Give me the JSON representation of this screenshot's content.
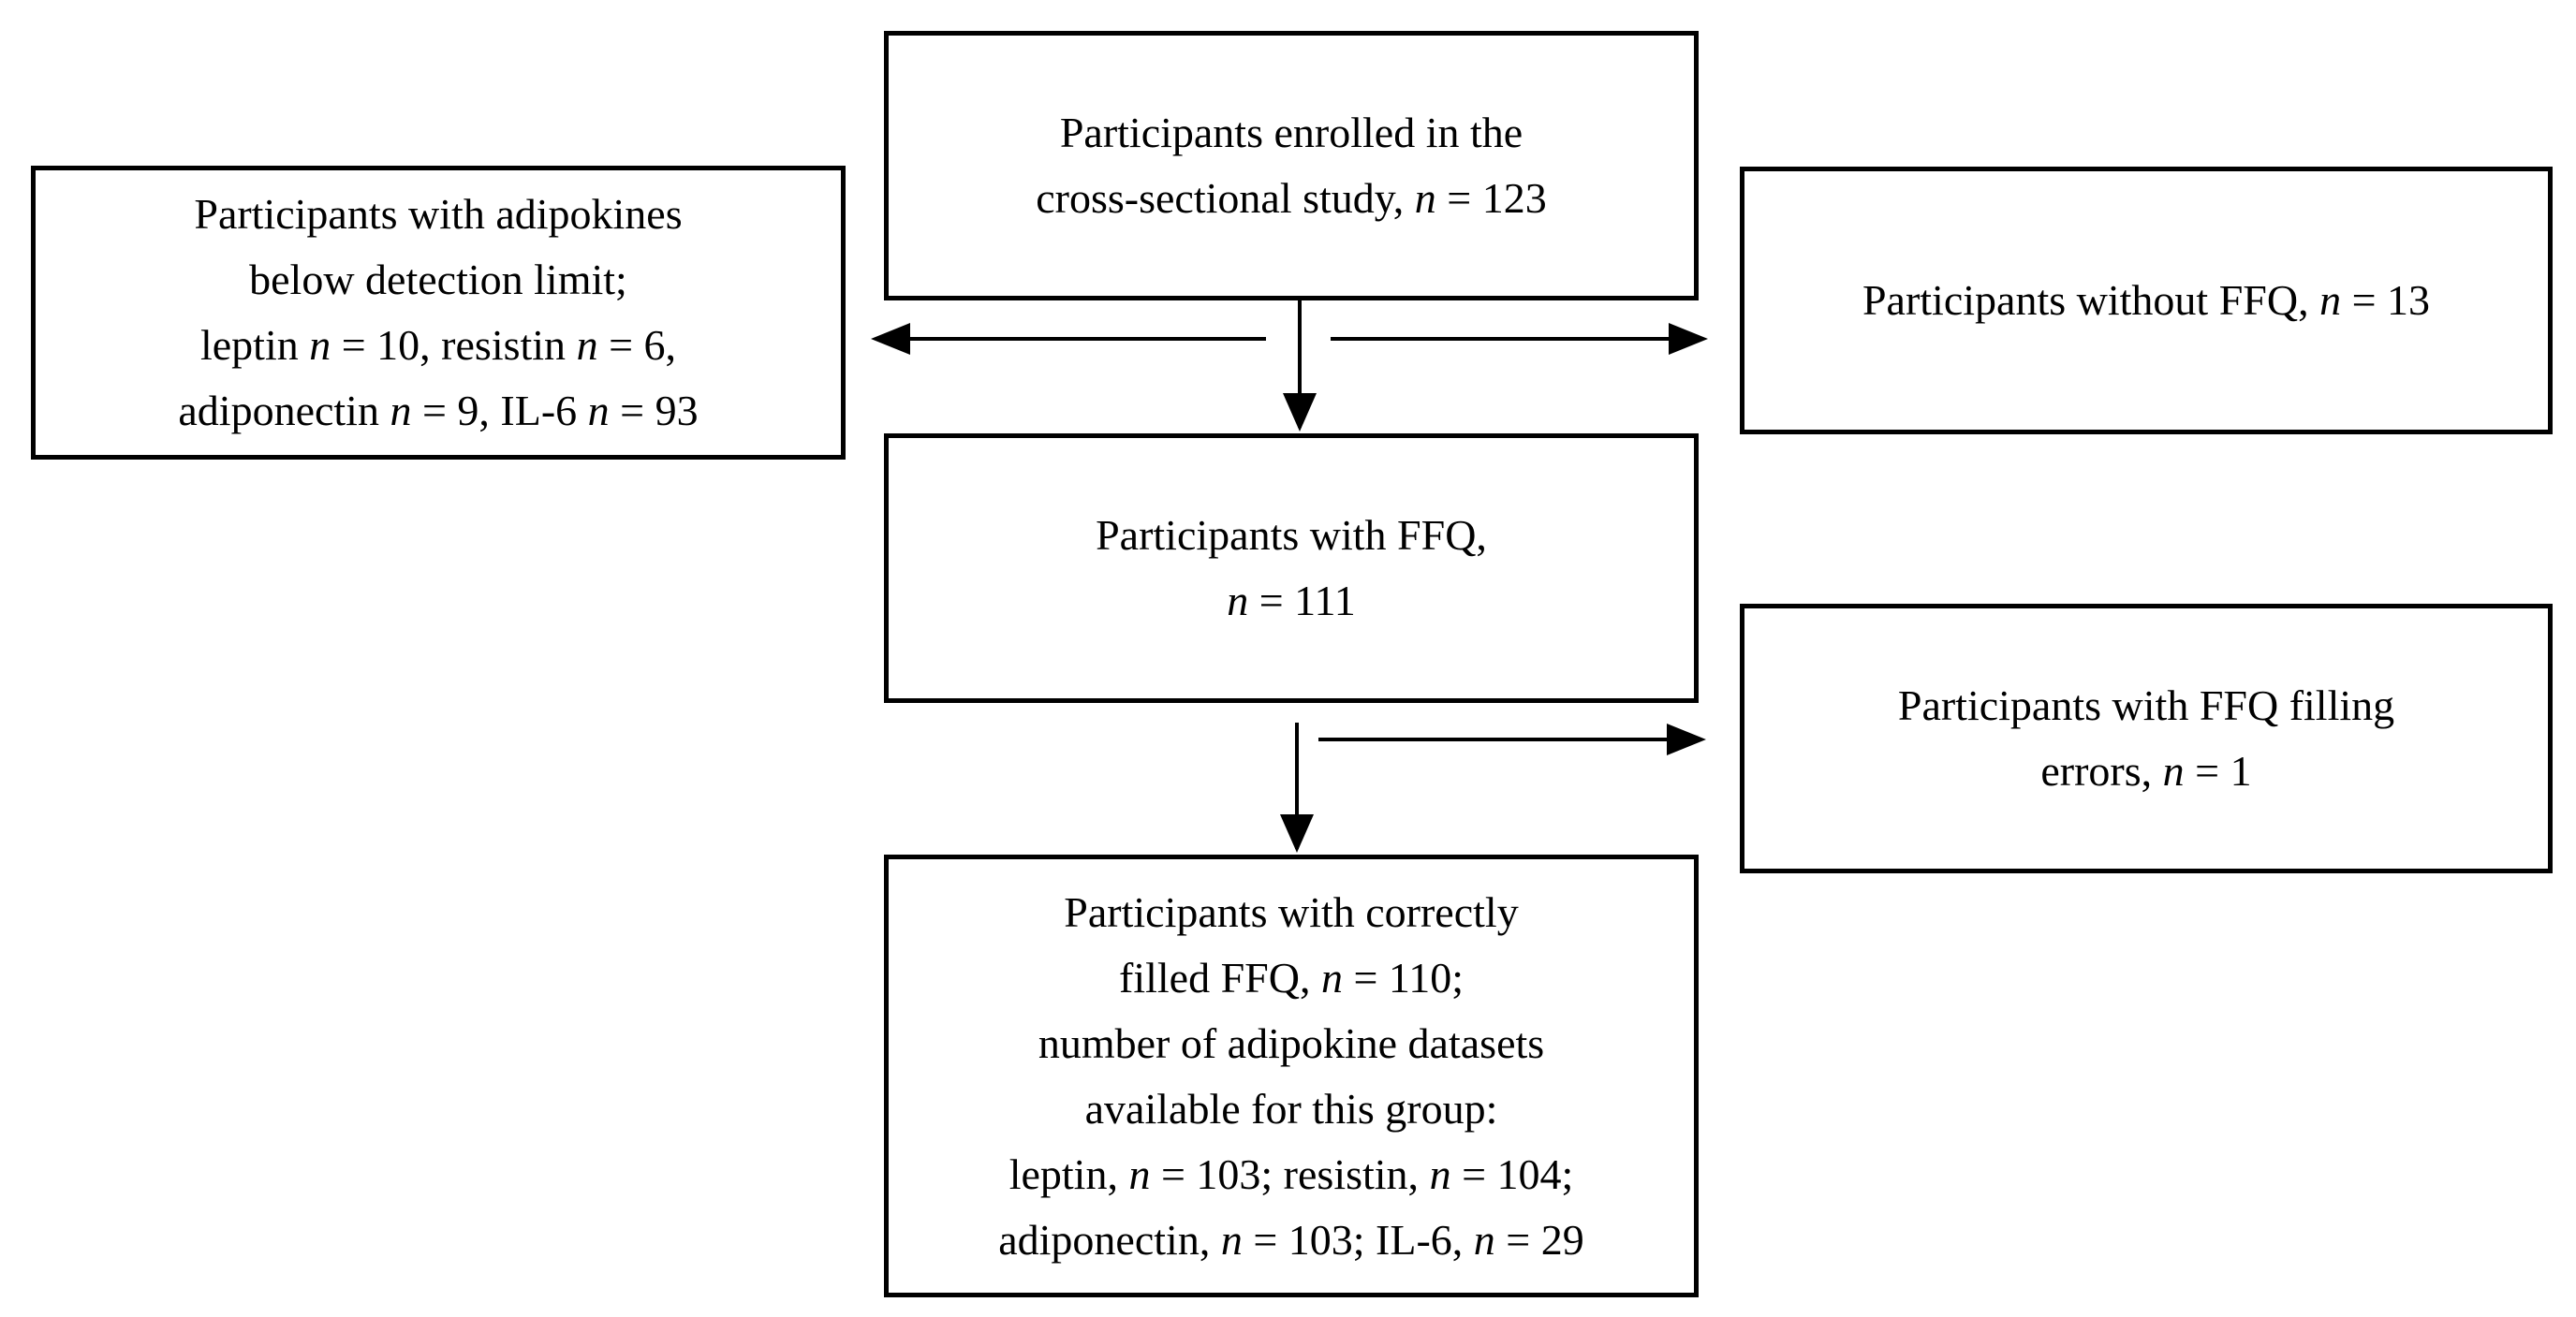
{
  "figure": {
    "colors": {
      "background": "#ffffff",
      "box_border": "#000000",
      "text": "#000000",
      "arrow": "#000000"
    },
    "boxes": {
      "enrolled": {
        "lines": [
          "Participants enrolled in the",
          "cross-sectional study, *n* = 123"
        ]
      },
      "below_detection": {
        "lines": [
          "Participants with adipokines",
          "below detection limit;",
          "leptin *n* = 10, resistin *n* = 6,",
          "adiponectin *n* = 9, IL-6 *n* = 93"
        ]
      },
      "without_ffq": {
        "lines": [
          "Participants without FFQ, *n* = 13"
        ]
      },
      "with_ffq": {
        "lines": [
          "Participants with FFQ,",
          "*n* = 111"
        ]
      },
      "ffq_errors": {
        "lines": [
          "Participants with FFQ filling",
          "errors, *n* = 1"
        ]
      },
      "correctly_filled": {
        "lines": [
          "Participants with correctly",
          "filled FFQ, *n* = 110;",
          "number of adipokine datasets",
          "available for this group:",
          "leptin, *n* = 103; resistin, *n* = 104;",
          "adiponectin, *n* = 103; IL-6, *n* = 29"
        ]
      }
    }
  }
}
